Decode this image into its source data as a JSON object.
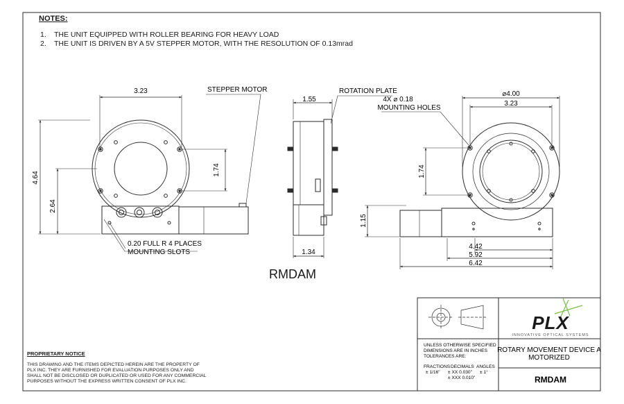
{
  "notes": {
    "title": "NOTES:",
    "items": [
      {
        "num": "1.",
        "text": "THE UNIT EQUIPPED WITH ROLLER BEARING FOR HEAVY LOAD"
      },
      {
        "num": "2.",
        "text": "THE UNIT IS DRIVEN BY A 5V STEPPER MOTOR, WITH THE RESOLUTION OF 0.13mrad"
      }
    ]
  },
  "front_view": {
    "dim_width": "3.23",
    "dim_height_total": "4.64",
    "dim_height_base": "2.64",
    "dim_hole_spacing": "1.74",
    "callout_motor": "STEPPER MOTOR",
    "callout_slots_line1": "0.20 FULL R 4 PLACES",
    "callout_slots_line2": "MOUNTING SLOTS"
  },
  "side_view": {
    "dim_depth": "1.55",
    "dim_base": "1.34",
    "callout_plate": "ROTATION PLATE"
  },
  "rear_view": {
    "dim_diameter": "⌀4.00",
    "dim_bolt_circle": "3.23",
    "callout_holes_line1": "4X ⌀ 0.18",
    "callout_holes_line2": "MOUNTING HOLES",
    "dim_hole_spacing": "1.74",
    "dim_height": "1.15",
    "dim_len1": "4.42",
    "dim_len2": "5.92",
    "dim_len3": "6.42"
  },
  "model_label": "RMDAM",
  "proprietary": {
    "title": "PROPRIETARY NOTICE",
    "lines": [
      "THIS DRAWING AND THE ITEMS DEPICTED HEREIN ARE THE PROPERTY OF",
      "PLX INC. THEY ARE FURNISHED FOR EVALUATION PURPOSES ONLY AND",
      "SHALL NOT BE DISCLOSED OR DUPLICATED OR USED FOR ANY COMMERCIAL",
      "PURPOSES WITHOUT THE EXPRESS WRITTEN CONSENT OF PLX INC."
    ]
  },
  "title_block": {
    "logo_text": "PLX",
    "logo_tagline": "INNOVATIVE OPTICAL SYSTEMS",
    "tol_line1": "UNLESS OTHERWISE SPECIFIED",
    "tol_line2": "DIMENSIONS ARE IN INCHES",
    "tol_line3": "TOLERANCES ARE:",
    "tol_fractions_label": "FRACTIONS",
    "tol_fractions_value": "± 1/16\"",
    "tol_decimals_label": "DECIMALS",
    "tol_decimals_xx": "± XX  0.030\"",
    "tol_decimals_xxx": "± XXX 0.010\"",
    "tol_angles_label": "ANGLES",
    "tol_angles_value": "± 1°",
    "desc_line1": "ROTARY MOVEMENT DEVICE A",
    "desc_line2": "MOTORIZED",
    "part_number": "RMDAM"
  },
  "colors": {
    "line": "#2a2a2a",
    "logo_green": "#7ac143"
  }
}
